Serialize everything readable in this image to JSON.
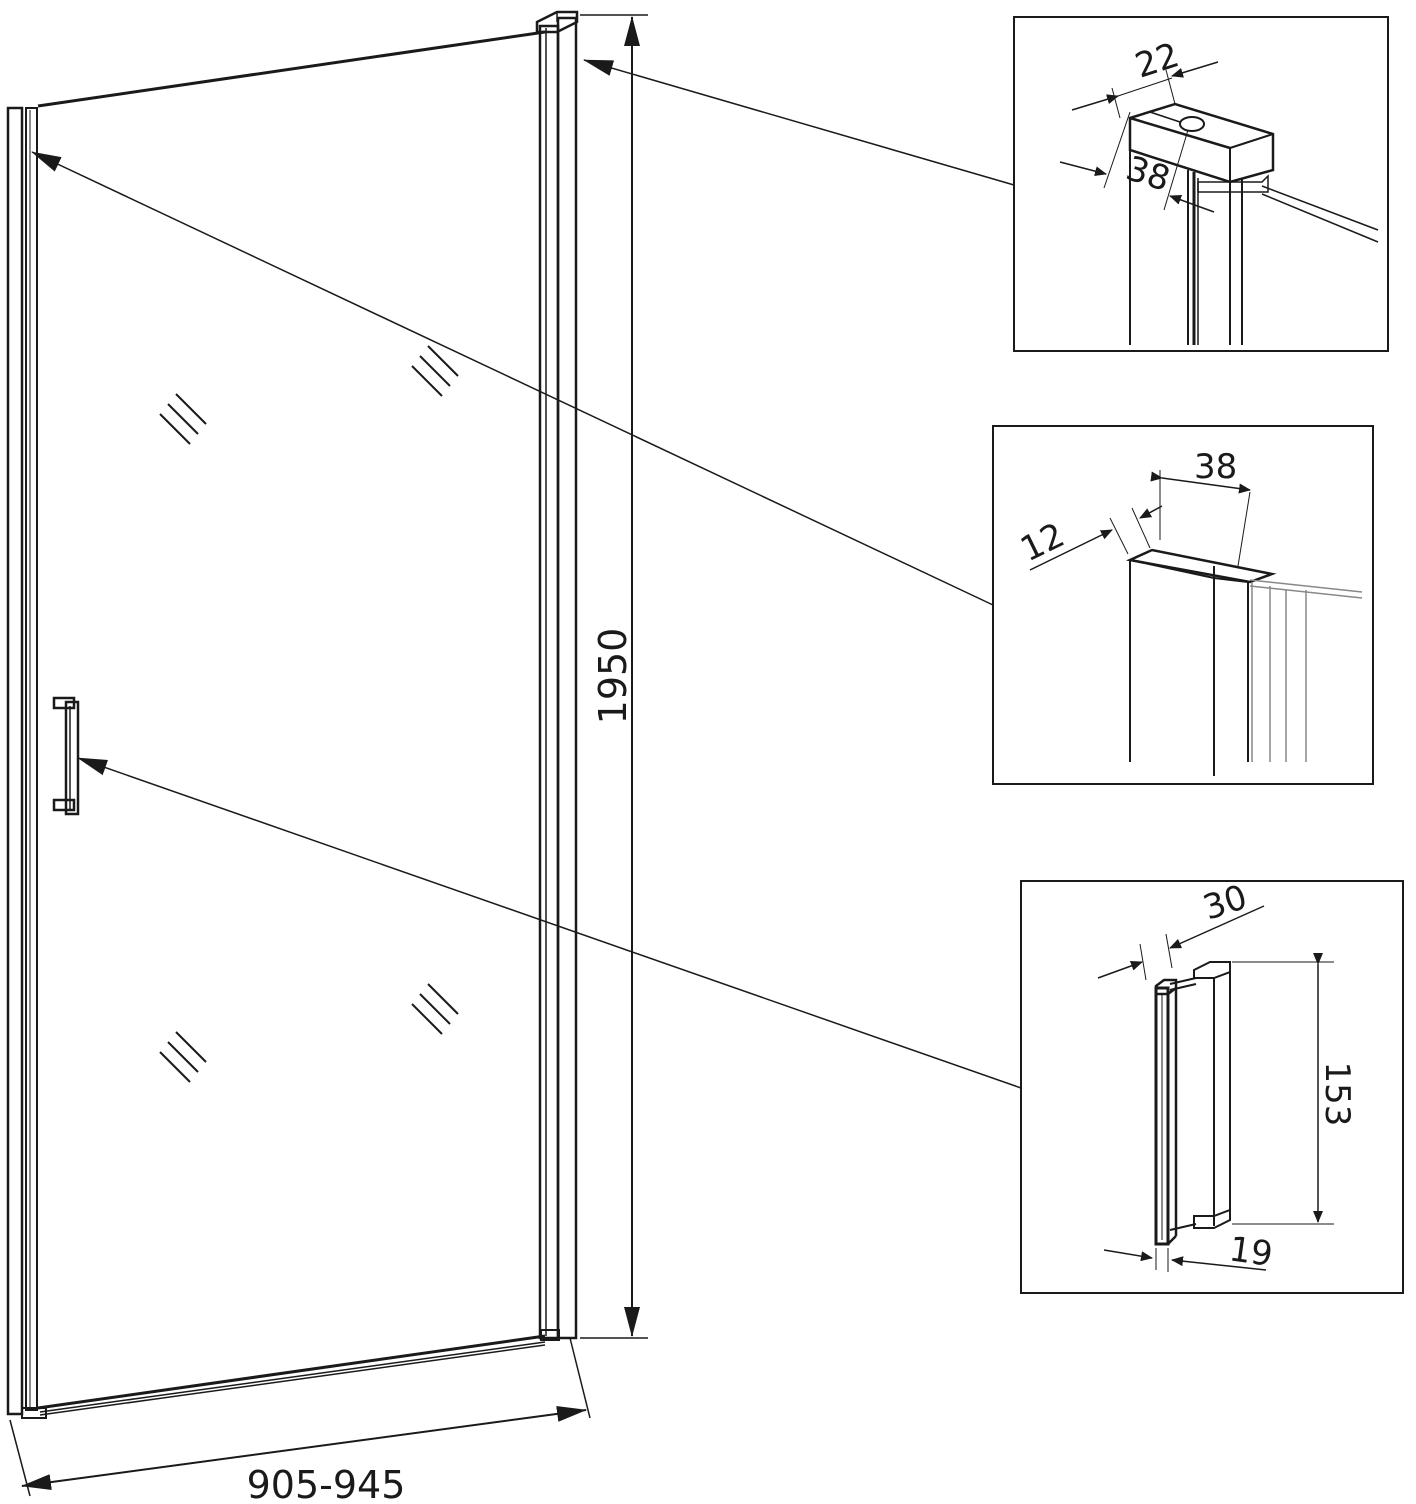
{
  "diagram": {
    "overall_height": "1950",
    "overall_width": "905-945",
    "details": [
      {
        "name": "top-hinge",
        "dims": [
          "22",
          "38"
        ]
      },
      {
        "name": "wall-profile",
        "dims": [
          "38",
          "12"
        ]
      },
      {
        "name": "handle",
        "dims": [
          "30",
          "153",
          "19"
        ]
      }
    ]
  }
}
